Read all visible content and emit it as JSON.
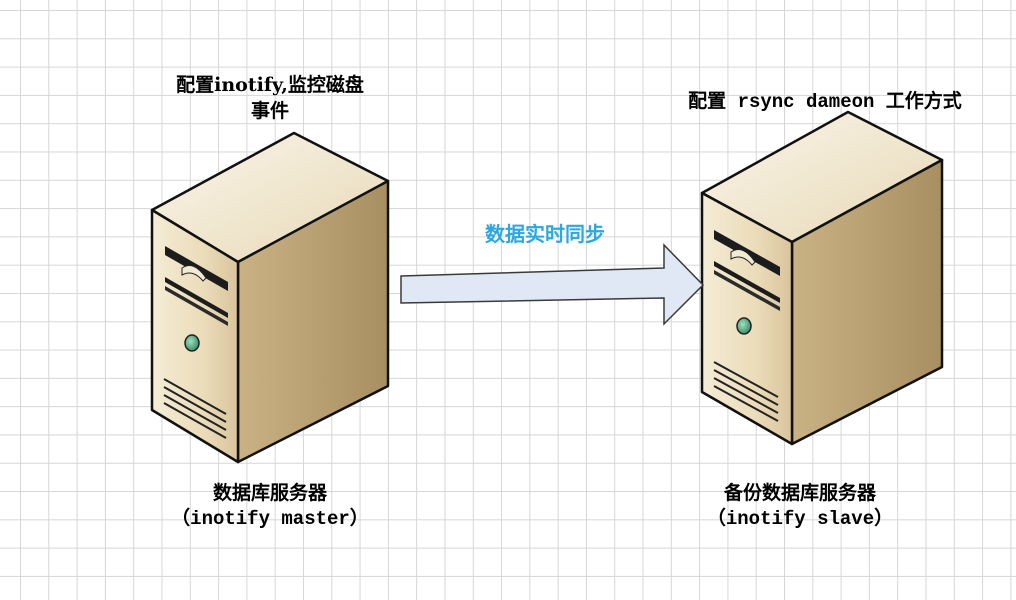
{
  "master": {
    "caption_line1": "配置inotify,监控磁盘",
    "caption_line2": "事件",
    "name": "数据库服务器",
    "role": "（inotify  master）"
  },
  "slave": {
    "caption": "配置 rsync dameon 工作方式",
    "name": "备份数据库服务器",
    "role": "（inotify  slave）"
  },
  "arrow": {
    "label": "数据实时同步"
  },
  "colors": {
    "server_front": "#efe4c7",
    "server_side": "#cdb78a",
    "server_top": "#f6eedb",
    "arrow_fill": "#dfe8f4",
    "sync_text": "#2aa8df",
    "power_led": "#5fb08a"
  }
}
